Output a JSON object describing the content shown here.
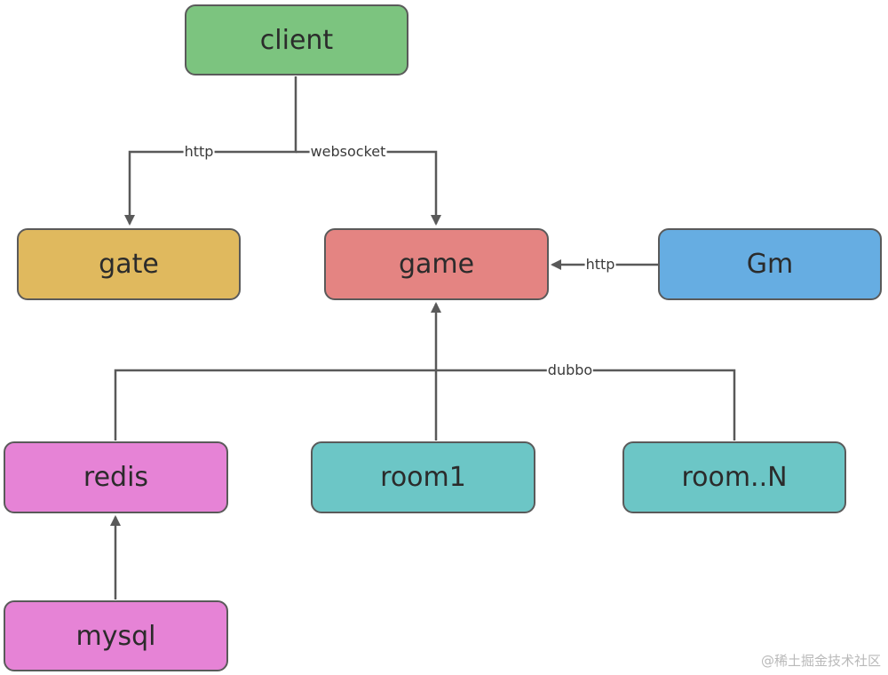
{
  "colors": {
    "client": "#7cc47f",
    "gate": "#e0b95e",
    "game": "#e48482",
    "gm": "#66ade2",
    "storage": "#e683d6",
    "room": "#6cc6c6",
    "edge": "#595959"
  },
  "nodes": {
    "client": "client",
    "gate": "gate",
    "game": "game",
    "gm": "Gm",
    "redis": "redis",
    "room1": "room1",
    "roomN": "room..N",
    "mysql": "mysql"
  },
  "edges": {
    "client_gate": "http",
    "client_game": "websocket",
    "gm_game": "http",
    "rooms_game": "dubbo"
  },
  "watermark": "@稀土掘金技术社区"
}
